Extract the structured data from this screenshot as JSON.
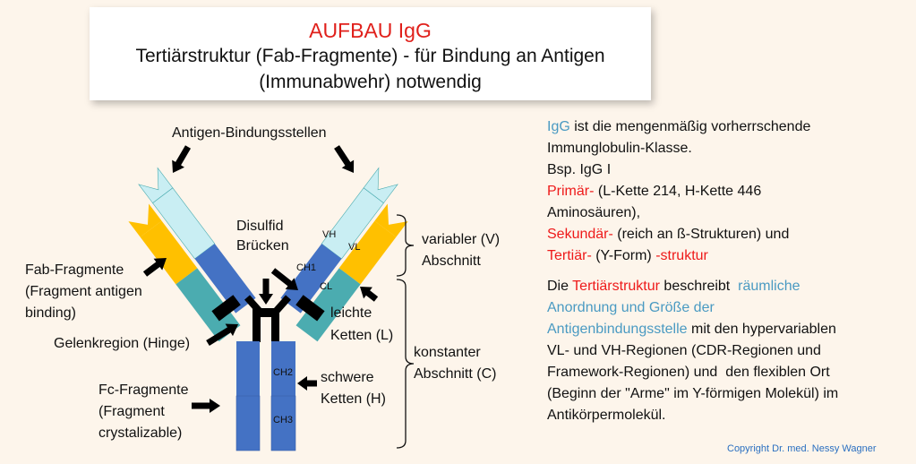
{
  "title": {
    "heading": "AUFBAU IgG",
    "line2": "Tertiärstruktur (Fab-Fragmente) - für Bindung an Antigen",
    "line3": "(Immunabwehr) notwendig"
  },
  "diagram": {
    "antigen_sites": "Antigen-Bindungsstellen",
    "disulfid_1": "Disulfid",
    "disulfid_2": "Brücken",
    "fab_1": "Fab-Fragmente",
    "fab_2": "(Fragment antigen",
    "fab_3": "binding)",
    "hinge": "Gelenkregion (Hinge)",
    "fc_1": "Fc-Fragmente",
    "fc_2": "(Fragment",
    "fc_3": "crystalizable)",
    "light_1": "leichte",
    "light_2": "Ketten (L)",
    "heavy_1": "schwere",
    "heavy_2": "Ketten (H)",
    "variable_1": "variabler (V)",
    "variable_2": "Abschnitt",
    "constant_1": "konstanter",
    "constant_2": "Abschnitt (C)",
    "domains": {
      "vh": "VH",
      "vl": "VL",
      "ch1": "CH1",
      "cl": "CL",
      "ch2": "CH2",
      "ch3": "CH3"
    },
    "colors": {
      "vh": "#c9eef3",
      "ch": "#4472c4",
      "vl": "#ffc000",
      "cl": "#4bacb0",
      "bond": "#000000"
    }
  },
  "info": {
    "p1_igg": "IgG",
    "p1_rest": " ist die mengenmäßig vorherrschende",
    "p1_l2": "Immunglobulin-Klasse.",
    "p1_l3": "Bsp. IgG I",
    "prim": "Primär-",
    "prim_rest": " (L-Kette 214, H-Kette 446",
    "prim_l2": "Aminosäuren),",
    "sek": "Sekundär-",
    "sek_rest": " (reich an ß-Strukturen) und",
    "tert": "Tertiär-",
    "tert_rest": " (Y-Form) ",
    "tert_end": "-struktur",
    "p2_die": "Die ",
    "p2_tert": "Tertiärstruktur",
    "p2_beschreibt": " beschreibt  ",
    "p2_blue1": "räumliche",
    "p2_blue2": "Anordnung und Größe der",
    "p2_blue3": "Antigenbindungsstelle",
    "p2_rest3": " mit den hypervariablen",
    "p2_l4": "VL- und VH-Regionen (CDR-Regionen und",
    "p2_l5": "Framework-Regionen) und  den flexiblen Ort",
    "p2_l6": "(Beginn der \"Arme\" im Y-förmigen Molekül) im",
    "p2_l7": "Antikörpermolekül."
  },
  "copyright": "Copyright Dr. med. Nessy Wagner"
}
